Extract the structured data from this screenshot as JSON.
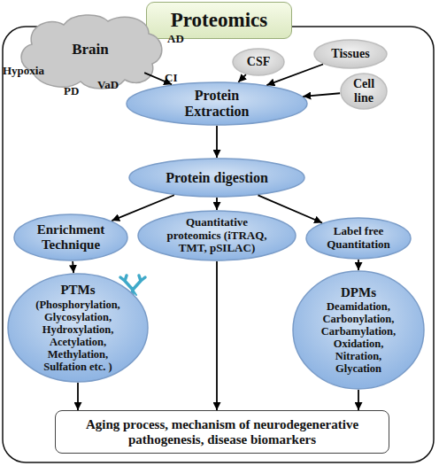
{
  "diagram": {
    "nodes": [
      {
        "text": [
          "Proteomics"
        ]
      },
      {
        "text": [
          "Brain"
        ]
      },
      {
        "text": [
          "CSF"
        ]
      },
      {
        "text": [
          "Tissues"
        ]
      },
      {
        "text": [
          "Cell line"
        ]
      },
      {
        "text": [
          "Protein Extraction"
        ]
      },
      {
        "text": [
          "Protein digestion"
        ]
      },
      {
        "text": [
          "Enrichment Technique"
        ]
      },
      {
        "text": [
          "Quantitative proteomics (iTRAQ, TMT, pSILAC)"
        ]
      },
      {
        "text": [
          "Label free Quantitation"
        ]
      },
      {
        "text": [
          "PTMs",
          "(Phosphorylation, Glycosylation, Hydroxylation, Acetylation, Methylation, Sulfation etc. )"
        ]
      },
      {
        "text": [
          "DPMs",
          "Deamidation, Carbonylation, Carbamylation, Oxidation, Nitration, Glycation"
        ]
      },
      {
        "text": [
          "Aging process, mechanism of neurodegenerative pathogenesis, disease biomarkers"
        ]
      }
    ],
    "edges": [
      {
        "from": 1,
        "to": 5,
        "arrow": "to"
      },
      {
        "from": 2,
        "to": 5,
        "arrow": "to"
      },
      {
        "from": 3,
        "to": 5,
        "arrow": "to"
      },
      {
        "from": 4,
        "to": 5,
        "arrow": "to"
      },
      {
        "from": 5,
        "to": 6,
        "arrow": "to"
      },
      {
        "from": 6,
        "to": 7,
        "arrow": "to"
      },
      {
        "from": 6,
        "to": 8,
        "arrow": "to"
      },
      {
        "from": 6,
        "to": 9,
        "arrow": "to"
      },
      {
        "from": 7,
        "to": 10,
        "arrow": "to"
      },
      {
        "from": 9,
        "to": 11,
        "arrow": "to"
      },
      {
        "from": 10,
        "to": 12,
        "arrow": "to"
      },
      {
        "from": 8,
        "to": 12,
        "arrow": "to"
      },
      {
        "from": 11,
        "to": 12,
        "arrow": "to"
      }
    ],
    "labels": [
      "AD",
      "Hypoxia",
      "PD",
      "VaD",
      "CI"
    ]
  }
}
